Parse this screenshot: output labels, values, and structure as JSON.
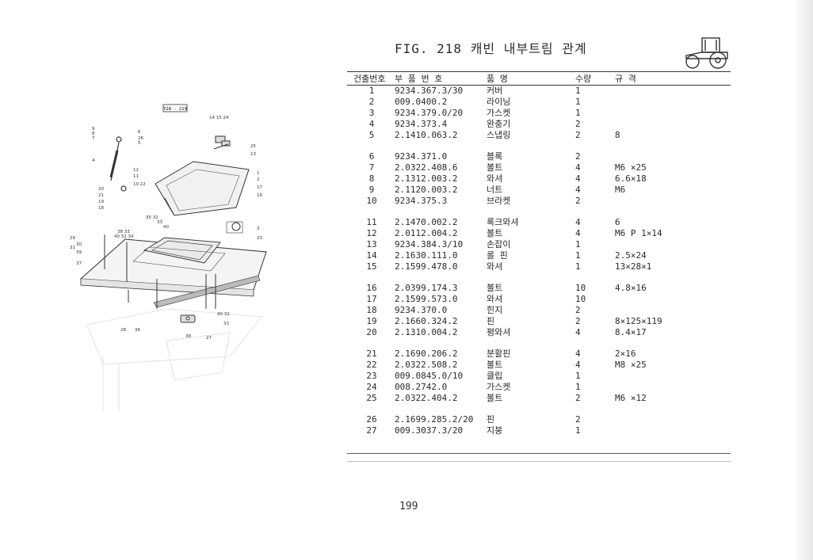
{
  "title": "FIG. 218 캐빈 내부트림 관계",
  "headers": [
    "건출번호",
    "부 품 번 호",
    "품      명",
    "수량",
    "규        격"
  ],
  "rows": [
    {
      "no": "1",
      "part": "9234.367.3/30",
      "name": "커버",
      "qty": "1",
      "spec": ""
    },
    {
      "no": "2",
      "part": "009.0400.2",
      "name": "라이닝",
      "qty": "1",
      "spec": ""
    },
    {
      "no": "3",
      "part": "9234.379.0/20",
      "name": "가스켓",
      "qty": "1",
      "spec": ""
    },
    {
      "no": "4",
      "part": "9234.373.4",
      "name": "완충기",
      "qty": "2",
      "spec": ""
    },
    {
      "no": "5",
      "part": "2.1410.063.2",
      "name": "스냅링",
      "qty": "2",
      "spec": "8"
    },
    {
      "no": "6",
      "part": "9234.371.0",
      "name": "블록",
      "qty": "2",
      "spec": ""
    },
    {
      "no": "7",
      "part": "2.0322.408.6",
      "name": "볼트",
      "qty": "4",
      "spec": "M6 ×25"
    },
    {
      "no": "8",
      "part": "2.1312.003.2",
      "name": "와셔",
      "qty": "4",
      "spec": "6.6×18"
    },
    {
      "no": "9",
      "part": "2.1120.003.2",
      "name": "너트",
      "qty": "4",
      "spec": "M6"
    },
    {
      "no": "10",
      "part": "9234.375.3",
      "name": "브라켓",
      "qty": "2",
      "spec": ""
    },
    {
      "no": "11",
      "part": "2.1470.002.2",
      "name": "록크와셔",
      "qty": "4",
      "spec": "6"
    },
    {
      "no": "12",
      "part": "2.0112.004.2",
      "name": "볼트",
      "qty": "4",
      "spec": "M6 P 1×14"
    },
    {
      "no": "13",
      "part": "9234.384.3/10",
      "name": "손잡이",
      "qty": "1",
      "spec": ""
    },
    {
      "no": "14",
      "part": "2.1630.111.0",
      "name": "롤 핀",
      "qty": "1",
      "spec": "2.5×24"
    },
    {
      "no": "15",
      "part": "2.1599.478.0",
      "name": "와셔",
      "qty": "1",
      "spec": "13×28×1"
    },
    {
      "no": "16",
      "part": "2.0399.174.3",
      "name": "볼트",
      "qty": "10",
      "spec": "4.8×16"
    },
    {
      "no": "17",
      "part": "2.1599.573.0",
      "name": "와셔",
      "qty": "10",
      "spec": ""
    },
    {
      "no": "18",
      "part": "9234.370.0",
      "name": "힌지",
      "qty": "2",
      "spec": ""
    },
    {
      "no": "19",
      "part": "2.1660.324.2",
      "name": "핀",
      "qty": "2",
      "spec": "8×125×119"
    },
    {
      "no": "20",
      "part": "2.1310.004.2",
      "name": "평와셔",
      "qty": "4",
      "spec": "8.4×17"
    },
    {
      "no": "21",
      "part": "2.1690.206.2",
      "name": "분활핀",
      "qty": "4",
      "spec": "2×16"
    },
    {
      "no": "22",
      "part": "2.0322.508.2",
      "name": "볼트",
      "qty": "4",
      "spec": "M8 ×25"
    },
    {
      "no": "23",
      "part": "009.0845.0/10",
      "name": "클립",
      "qty": "1",
      "spec": ""
    },
    {
      "no": "24",
      "part": "008.2742.0",
      "name": "가스켓",
      "qty": "1",
      "spec": ""
    },
    {
      "no": "25",
      "part": "2.0322.404.2",
      "name": "볼트",
      "qty": "2",
      "spec": "M6 ×12"
    },
    {
      "no": "26",
      "part": "2.1699.285.2/20",
      "name": "핀",
      "qty": "2",
      "spec": ""
    },
    {
      "no": "27",
      "part": "009.3037.3/20",
      "name": "지붕",
      "qty": "1",
      "spec": ""
    }
  ],
  "diagram": {
    "ref": "728 - 219",
    "callouts": [
      "9",
      "8",
      "7",
      "6",
      "26",
      "5",
      "4",
      "12",
      "11",
      "10",
      "22",
      "20",
      "21",
      "19",
      "18",
      "14",
      "15",
      "24",
      "25",
      "13",
      "1",
      "2",
      "17",
      "16",
      "35",
      "32",
      "33",
      "40",
      "3",
      "23",
      "29",
      "30",
      "31",
      "39",
      "37",
      "38",
      "34",
      "28",
      "36",
      "27"
    ]
  },
  "page_number": "199"
}
